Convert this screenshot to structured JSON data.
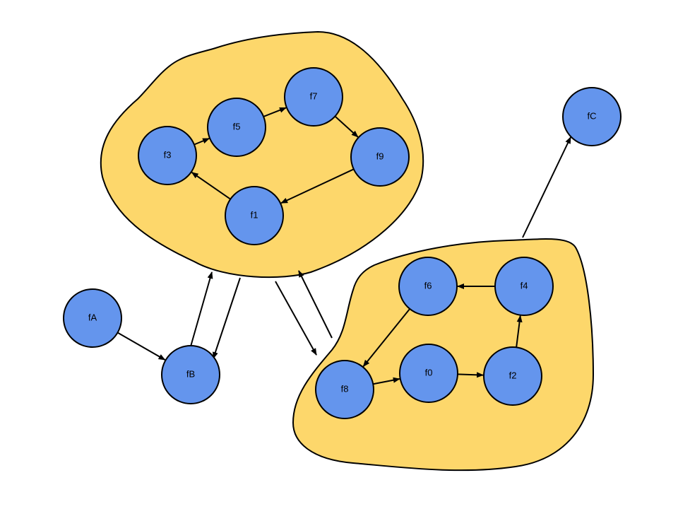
{
  "nodes": [
    {
      "id": "f0",
      "label": "f0"
    },
    {
      "id": "f1",
      "label": "f1"
    },
    {
      "id": "f2",
      "label": "f2"
    },
    {
      "id": "f3",
      "label": "f3"
    },
    {
      "id": "f4",
      "label": "f4"
    },
    {
      "id": "f5",
      "label": "f5"
    },
    {
      "id": "f6",
      "label": "f6"
    },
    {
      "id": "f7",
      "label": "f7"
    },
    {
      "id": "f8",
      "label": "f8"
    },
    {
      "id": "f9",
      "label": "f9"
    },
    {
      "id": "fA",
      "label": "fA"
    },
    {
      "id": "fB",
      "label": "fB"
    },
    {
      "id": "fC",
      "label": "fC"
    }
  ],
  "clusters": [
    {
      "id": "cluster-1",
      "members": [
        "f1",
        "f3",
        "f5",
        "f7",
        "f9"
      ]
    },
    {
      "id": "cluster-2",
      "members": [
        "f0",
        "f2",
        "f4",
        "f6",
        "f8"
      ]
    }
  ],
  "edges": [
    {
      "from": "f3",
      "to": "f5"
    },
    {
      "from": "f5",
      "to": "f7"
    },
    {
      "from": "f7",
      "to": "f9"
    },
    {
      "from": "f9",
      "to": "f1"
    },
    {
      "from": "f1",
      "to": "f3"
    },
    {
      "from": "f8",
      "to": "f0"
    },
    {
      "from": "f0",
      "to": "f2"
    },
    {
      "from": "f2",
      "to": "f4"
    },
    {
      "from": "f4",
      "to": "f6"
    },
    {
      "from": "f6",
      "to": "f8"
    },
    {
      "from": "fA",
      "to": "fB"
    },
    {
      "from": "fB",
      "to": "cluster-1"
    },
    {
      "from": "cluster-1",
      "to": "fB"
    },
    {
      "from": "cluster-1",
      "to": "cluster-2"
    },
    {
      "from": "cluster-2",
      "to": "cluster-1"
    },
    {
      "from": "cluster-2",
      "to": "fC"
    }
  ],
  "colors": {
    "node_fill": "#6495ed",
    "cluster_fill": "#fdd76b",
    "stroke": "#000000"
  }
}
